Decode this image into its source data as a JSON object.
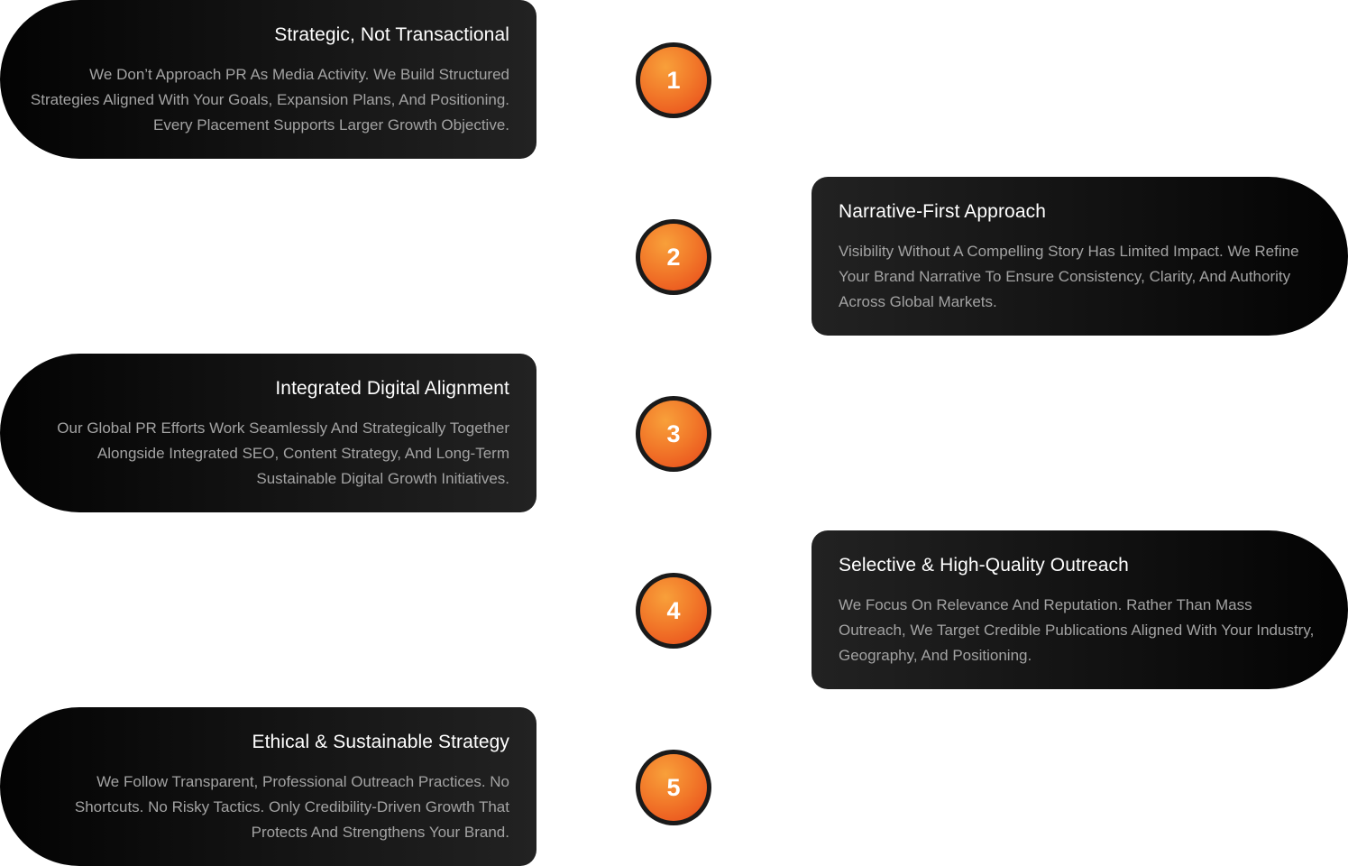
{
  "steps": [
    {
      "number": "1",
      "title": "Strategic, Not Transactional",
      "description": "We Don’t Approach PR As Media Activity. We Build Structured Strategies Aligned With Your Goals, Expansion Plans, And Positioning. Every Placement Supports Larger Growth Objective.",
      "side": "left"
    },
    {
      "number": "2",
      "title": "Narrative-First Approach",
      "description": "Visibility Without A Compelling Story Has Limited Impact. We Refine Your Brand Narrative To Ensure Consistency, Clarity, And Authority Across Global Markets.",
      "side": "right"
    },
    {
      "number": "3",
      "title": "Integrated Digital Alignment",
      "description": "Our Global PR Efforts Work Seamlessly And Strategically Together Alongside Integrated SEO, Content Strategy, And Long-Term Sustainable Digital Growth Initiatives.",
      "side": "left"
    },
    {
      "number": "4",
      "title": "Selective & High-Quality Outreach",
      "description": "We Focus On Relevance And Reputation. Rather Than Mass Outreach, We Target Credible Publications Aligned With Your Industry, Geography, And Positioning.",
      "side": "right"
    },
    {
      "number": "5",
      "title": "Ethical & Sustainable Strategy",
      "description": "We Follow Transparent, Professional Outreach Practices. No Shortcuts. No Risky Tactics. Only Credibility-Driven Growth That Protects And Strengthens Your Brand.",
      "side": "left"
    }
  ],
  "colors": {
    "card_dark": "#030303",
    "card_light": "#222222",
    "badge_ring": "#1a1a1a",
    "badge_orange_light": "#f8a03a",
    "badge_orange_dark": "#e8481a",
    "title_text": "#ffffff",
    "description_text": "#a3a3a3"
  }
}
